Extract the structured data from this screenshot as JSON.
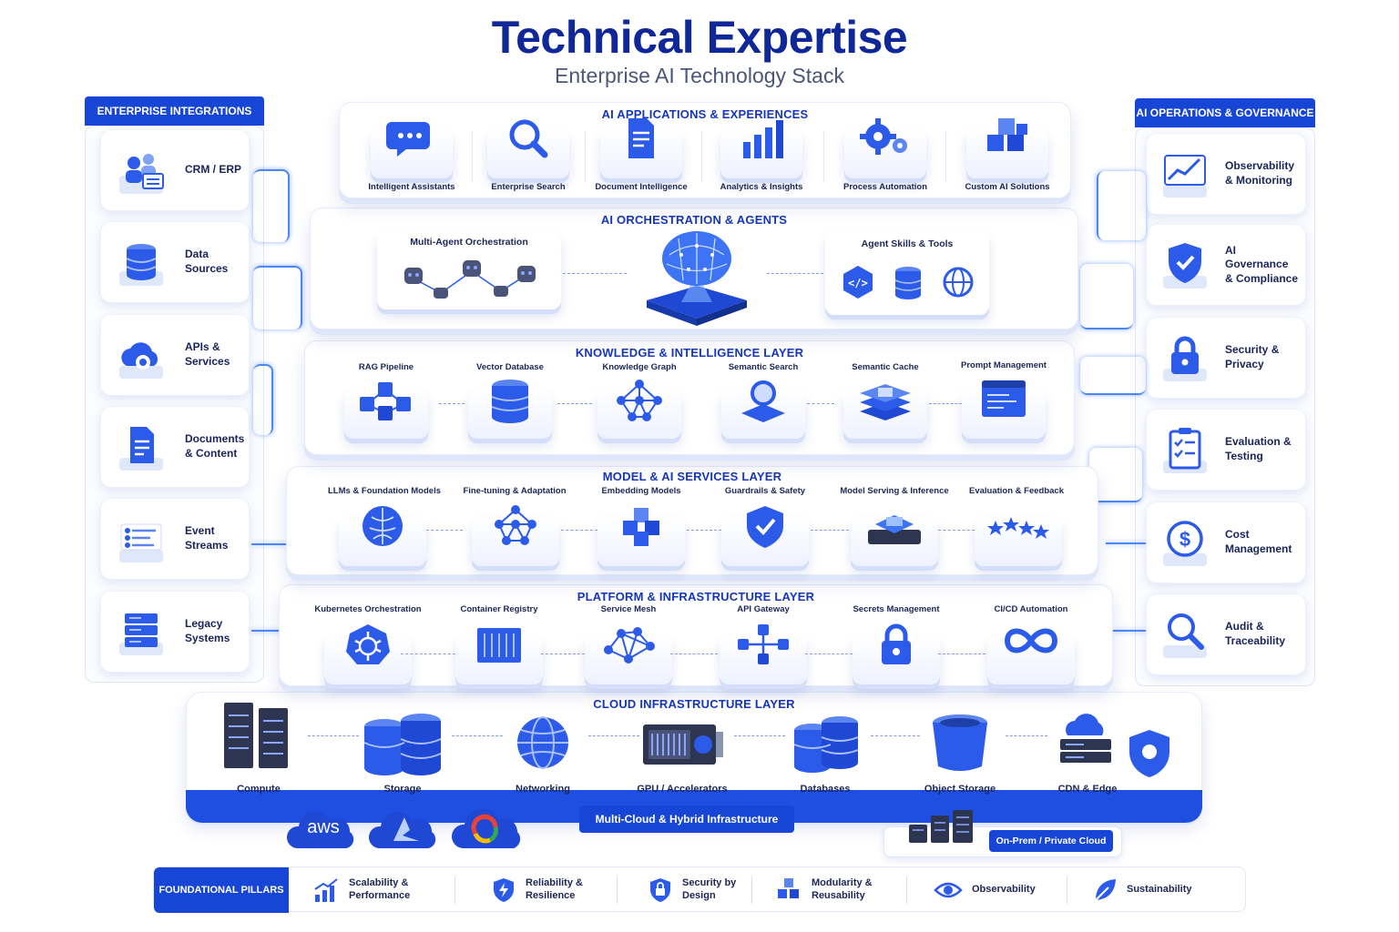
{
  "title": "Technical Expertise",
  "subtitle": "Enterprise AI Technology Stack",
  "left_panel": {
    "header": "ENTERPRISE INTEGRATIONS",
    "items": [
      {
        "label": "CRM / ERP",
        "icon": "crm-users-icon"
      },
      {
        "label": "Data Sources",
        "icon": "database-icon"
      },
      {
        "label": "APIs & Services",
        "icon": "cloud-gear-icon"
      },
      {
        "label": "Documents & Content",
        "icon": "document-icon"
      },
      {
        "label": "Event Streams",
        "icon": "event-streams-icon"
      },
      {
        "label": "Legacy Systems",
        "icon": "server-stack-icon"
      }
    ]
  },
  "right_panel": {
    "header": "AI OPERATIONS & GOVERNANCE",
    "items": [
      {
        "label": "Observability & Monitoring",
        "icon": "chart-monitor-icon"
      },
      {
        "label": "AI Governance & Compliance",
        "icon": "shield-check-icon"
      },
      {
        "label": "Security & Privacy",
        "icon": "lock-icon"
      },
      {
        "label": "Evaluation & Testing",
        "icon": "clipboard-check-icon"
      },
      {
        "label": "Cost Management",
        "icon": "dollar-icon"
      },
      {
        "label": "Audit & Traceability",
        "icon": "magnifier-icon"
      }
    ]
  },
  "layers": {
    "applications": {
      "title": "AI APPLICATIONS & EXPERIENCES",
      "items": [
        "Intelligent Assistants",
        "Enterprise Search",
        "Document Intelligence",
        "Analytics & Insights",
        "Process Automation",
        "Custom AI Solutions"
      ]
    },
    "orchestration": {
      "title": "AI ORCHESTRATION & AGENTS",
      "left_box": "Multi-Agent Orchestration",
      "right_box": "Agent Skills & Tools"
    },
    "knowledge": {
      "title": "KNOWLEDGE & INTELLIGENCE LAYER",
      "items": [
        "RAG Pipeline",
        "Vector Database",
        "Knowledge Graph",
        "Semantic Search",
        "Semantic Cache",
        "Prompt Management"
      ]
    },
    "model": {
      "title": "MODEL & AI SERVICES LAYER",
      "items": [
        "LLMs & Foundation Models",
        "Fine-tuning & Adaptation",
        "Embedding Models",
        "Guardrails & Safety",
        "Model Serving & Inference",
        "Evaluation & Feedback"
      ]
    },
    "platform": {
      "title": "PLATFORM & INFRASTRUCTURE LAYER",
      "items": [
        "Kubernetes Orchestration",
        "Container Registry",
        "Service Mesh",
        "API Gateway",
        "Secrets Management",
        "CI/CD Automation"
      ]
    },
    "cloud": {
      "title": "CLOUD INFRASTRUCTURE LAYER",
      "items": [
        "Compute",
        "Storage",
        "Networking",
        "GPU / Accelerators",
        "Databases",
        "Object Storage",
        "CDN & Edge"
      ],
      "multicloud_label": "Multi-Cloud & Hybrid Infrastructure",
      "onprem_label": "On-Prem / Private Cloud",
      "providers": [
        "aws",
        "azure-icon",
        "google-cloud-icon"
      ]
    }
  },
  "pillars": {
    "header": "FOUNDATIONAL PILLARS",
    "items": [
      {
        "label": "Scalability & Performance",
        "icon": "bar-growth-icon"
      },
      {
        "label": "Reliability & Resilience",
        "icon": "shield-bolt-icon"
      },
      {
        "label": "Security by Design",
        "icon": "lock-shield-icon"
      },
      {
        "label": "Modularity & Reusability",
        "icon": "cubes-icon"
      },
      {
        "label": "Observability",
        "icon": "eye-icon"
      },
      {
        "label": "Sustainability",
        "icon": "leaf-icon"
      }
    ]
  },
  "colors": {
    "primary": "#1746d6",
    "title": "#10279a",
    "accent": "#4d86f5"
  }
}
